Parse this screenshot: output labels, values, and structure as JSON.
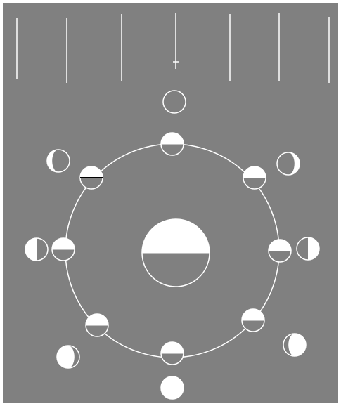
{
  "diagram": {
    "colors": {
      "background": "#808080",
      "line": "#ffffff",
      "lit": "#ffffff",
      "dark": "#808080",
      "frame": "#ffffff"
    },
    "sun_rays": {
      "count": 7,
      "direction": "top"
    },
    "earth": {
      "lit_side": "top"
    },
    "orbit_moons": [
      {
        "name": "moon-orbit-top",
        "lit_side": "top"
      },
      {
        "name": "moon-orbit-top-right",
        "lit_side": "top"
      },
      {
        "name": "moon-orbit-right",
        "lit_side": "top"
      },
      {
        "name": "moon-orbit-bottom-right",
        "lit_side": "top"
      },
      {
        "name": "moon-orbit-bottom",
        "lit_side": "top"
      },
      {
        "name": "moon-orbit-bottom-left",
        "lit_side": "top"
      },
      {
        "name": "moon-orbit-left",
        "lit_side": "top"
      },
      {
        "name": "moon-orbit-top-left",
        "lit_side": "top"
      }
    ],
    "phases": [
      {
        "name": "phase-new-moon",
        "phase": "new",
        "lit": "none"
      },
      {
        "name": "phase-waxing-crescent",
        "phase": "crescent",
        "lit": "right"
      },
      {
        "name": "phase-first-quarter",
        "phase": "quarter",
        "lit": "right"
      },
      {
        "name": "phase-waxing-gibbous",
        "phase": "gibbous",
        "lit": "right"
      },
      {
        "name": "phase-full-moon",
        "phase": "full",
        "lit": "all"
      },
      {
        "name": "phase-waning-gibbous",
        "phase": "gibbous",
        "lit": "left"
      },
      {
        "name": "phase-last-quarter",
        "phase": "quarter",
        "lit": "left"
      },
      {
        "name": "phase-waning-crescent",
        "phase": "crescent",
        "lit": "left"
      }
    ]
  }
}
